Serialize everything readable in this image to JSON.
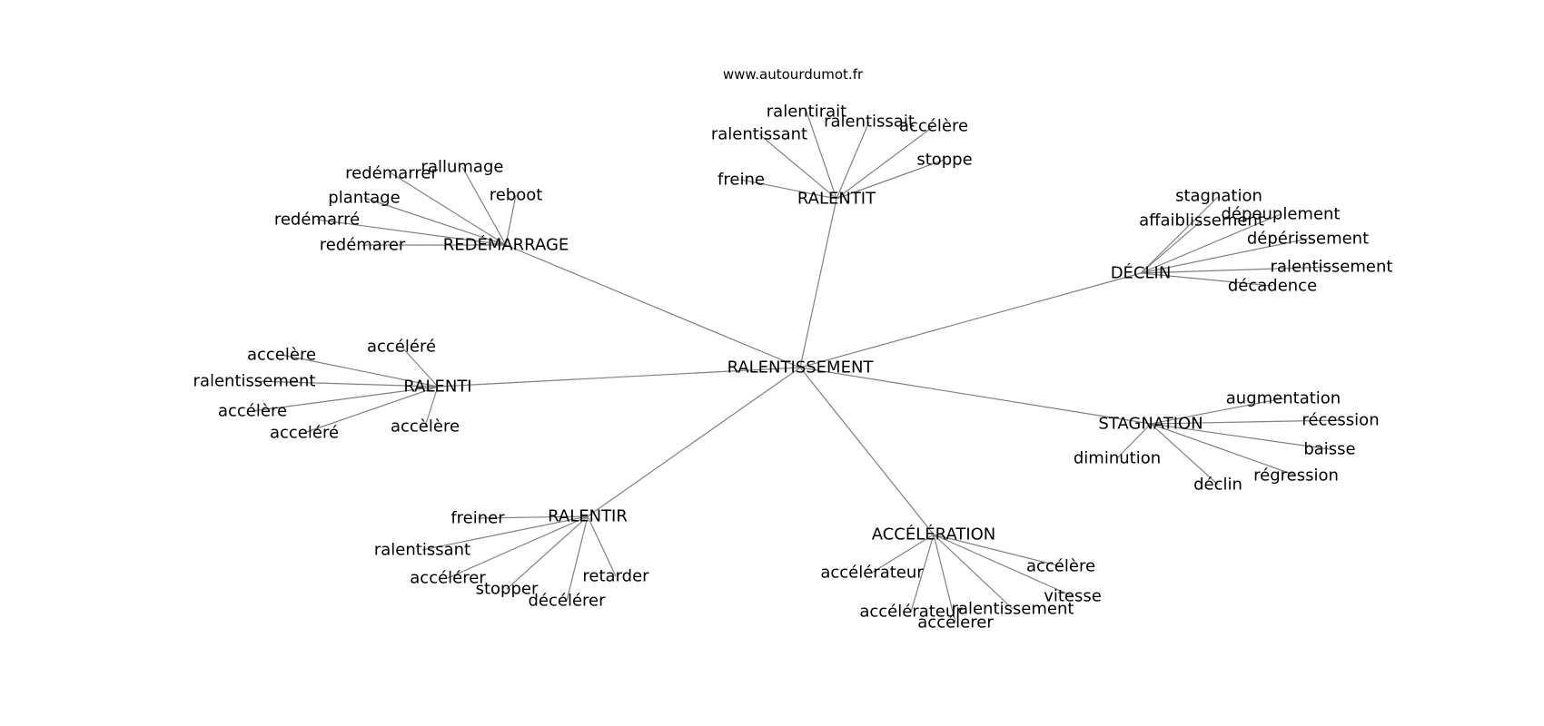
{
  "site": "www.autourdumot.fr",
  "graph": {
    "center": "RALENTISSEMENT",
    "clusters": [
      {
        "hub": "RALENTIT",
        "words": [
          "ralentirait",
          "ralentissant",
          "ralentissait",
          "accélère",
          "freine",
          "stoppe"
        ]
      },
      {
        "hub": "REDÉMARRAGE",
        "words": [
          "rallumage",
          "redémarrer",
          "reboot",
          "plantage",
          "redémarré",
          "redémarer"
        ]
      },
      {
        "hub": "DÉCLIN",
        "words": [
          "stagnation",
          "affaiblissement",
          "dépeuplement",
          "dépérissement",
          "ralentissement",
          "décadence"
        ]
      },
      {
        "hub": "RALENTI",
        "words": [
          "accéléré",
          "accelère",
          "ralentissement",
          "accélère",
          "acceléré",
          "accèlère"
        ]
      },
      {
        "hub": "STAGNATION",
        "words": [
          "augmentation",
          "récession",
          "baisse",
          "diminution",
          "régression",
          "déclin"
        ]
      },
      {
        "hub": "RALENTIR",
        "words": [
          "freiner",
          "ralentissant",
          "accélérer",
          "stopper",
          "décélérer",
          "retarder"
        ]
      },
      {
        "hub": "ACCÉLÉRATION",
        "words": [
          "accélérateur",
          "accélère",
          "vitesse",
          "accélérateur",
          "ralentissement",
          "accélerer"
        ]
      }
    ]
  },
  "colors": {
    "edge": "#808080",
    "text": "#000000",
    "background": "#ffffff"
  }
}
